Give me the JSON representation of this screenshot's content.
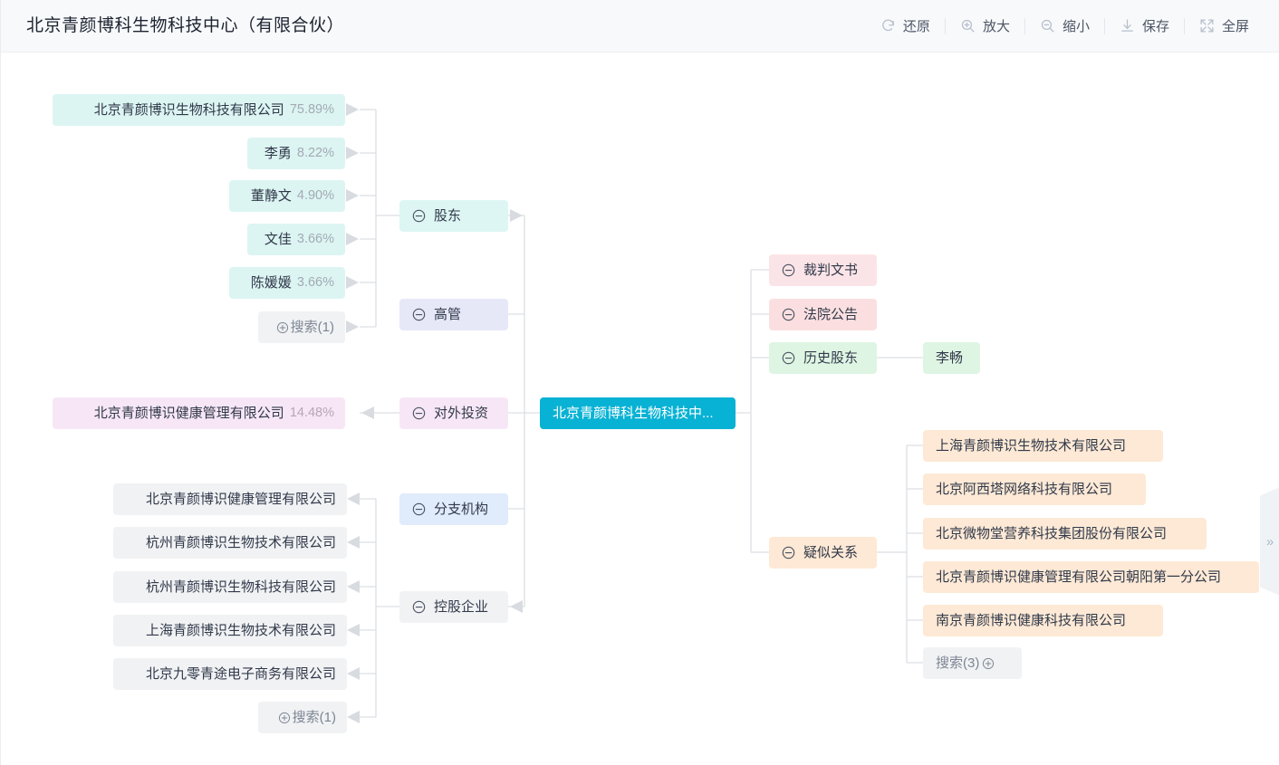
{
  "header": {
    "title": "北京青颜博科生物科技中心（有限合伙）",
    "toolbar": [
      {
        "label": "还原",
        "icon": "refresh-icon"
      },
      {
        "label": "放大",
        "icon": "zoom-in-icon"
      },
      {
        "label": "缩小",
        "icon": "zoom-out-icon"
      },
      {
        "label": "保存",
        "icon": "download-icon"
      },
      {
        "label": "全屏",
        "icon": "fullscreen-icon"
      }
    ]
  },
  "graph": {
    "center": {
      "label": "北京青颜博科生物科技中...",
      "color": "#08b2d4"
    },
    "left_categories": [
      {
        "label": "股东",
        "color": "#ddf6f4"
      },
      {
        "label": "高管",
        "color": "#e6e8f8"
      },
      {
        "label": "对外投资",
        "color": "#f7e7f6"
      },
      {
        "label": "分支机构",
        "color": "#e0ebfb"
      },
      {
        "label": "控股企业",
        "color": "#f1f2f4"
      }
    ],
    "shareholders": [
      {
        "name": "北京青颜博识生物科技有限公司",
        "pct": "75.89%"
      },
      {
        "name": "李勇",
        "pct": "8.22%"
      },
      {
        "name": "董静文",
        "pct": "4.90%"
      },
      {
        "name": "文佳",
        "pct": "3.66%"
      },
      {
        "name": "陈媛媛",
        "pct": "3.66%"
      }
    ],
    "shareholders_more": "搜索(1)",
    "investments": [
      {
        "name": "北京青颜博识健康管理有限公司",
        "pct": "14.48%"
      }
    ],
    "branches": [
      {
        "name": "北京青颜博识健康管理有限公司"
      },
      {
        "name": "杭州青颜博识生物技术有限公司"
      },
      {
        "name": "杭州青颜博识生物科技有限公司"
      },
      {
        "name": "上海青颜博识生物技术有限公司"
      },
      {
        "name": "北京九零青途电子商务有限公司"
      }
    ],
    "branches_more": "搜索(1)",
    "right_categories": [
      {
        "label": "裁判文书",
        "color": "#fbe4e7"
      },
      {
        "label": "法院公告",
        "color": "#fbdfe0"
      },
      {
        "label": "历史股东",
        "color": "#dff5e3"
      },
      {
        "label": "疑似关系",
        "color": "#fde9d5"
      }
    ],
    "history_shareholders": [
      {
        "name": "李畅"
      }
    ],
    "suspected_relations": [
      {
        "name": "上海青颜博识生物技术有限公司"
      },
      {
        "name": "北京阿西塔网络科技有限公司"
      },
      {
        "name": "北京微物堂营养科技集团股份有限公司"
      },
      {
        "name": "北京青颜博识健康管理有限公司朝阳第一分公司"
      },
      {
        "name": "南京青颜博识健康科技有限公司"
      }
    ],
    "suspected_more": "搜索(3)"
  },
  "side_panel_handle": "»"
}
